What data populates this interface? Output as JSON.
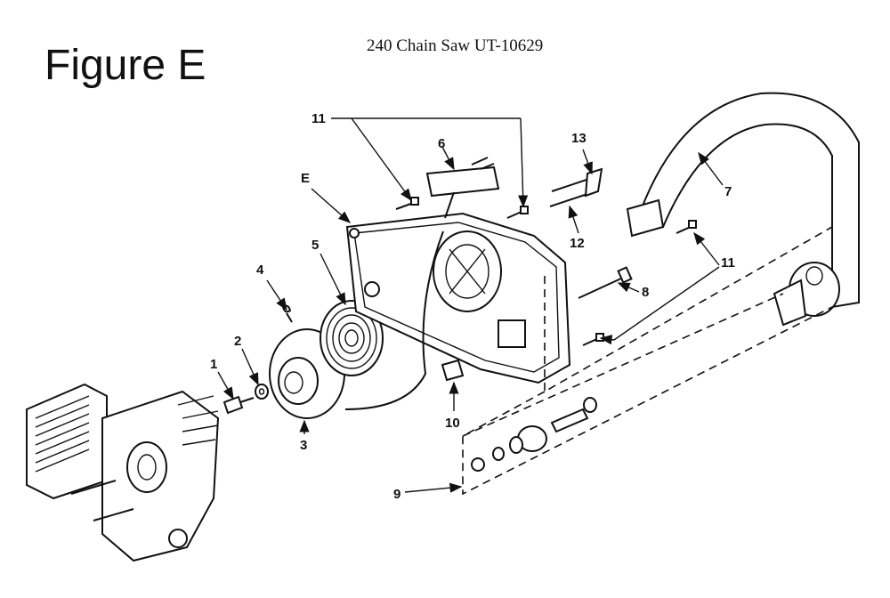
{
  "figure_title": "Figure E",
  "subtitle": "240 Chain Saw UT-10629",
  "callouts": {
    "c1": "1",
    "c2": "2",
    "c3": "3",
    "c4": "4",
    "c5": "5",
    "c6": "6",
    "c7": "7",
    "c8": "8",
    "c9": "9",
    "c10": "10",
    "c11a": "11",
    "c11b": "11",
    "c12": "12",
    "c13": "13",
    "cE": "E"
  }
}
